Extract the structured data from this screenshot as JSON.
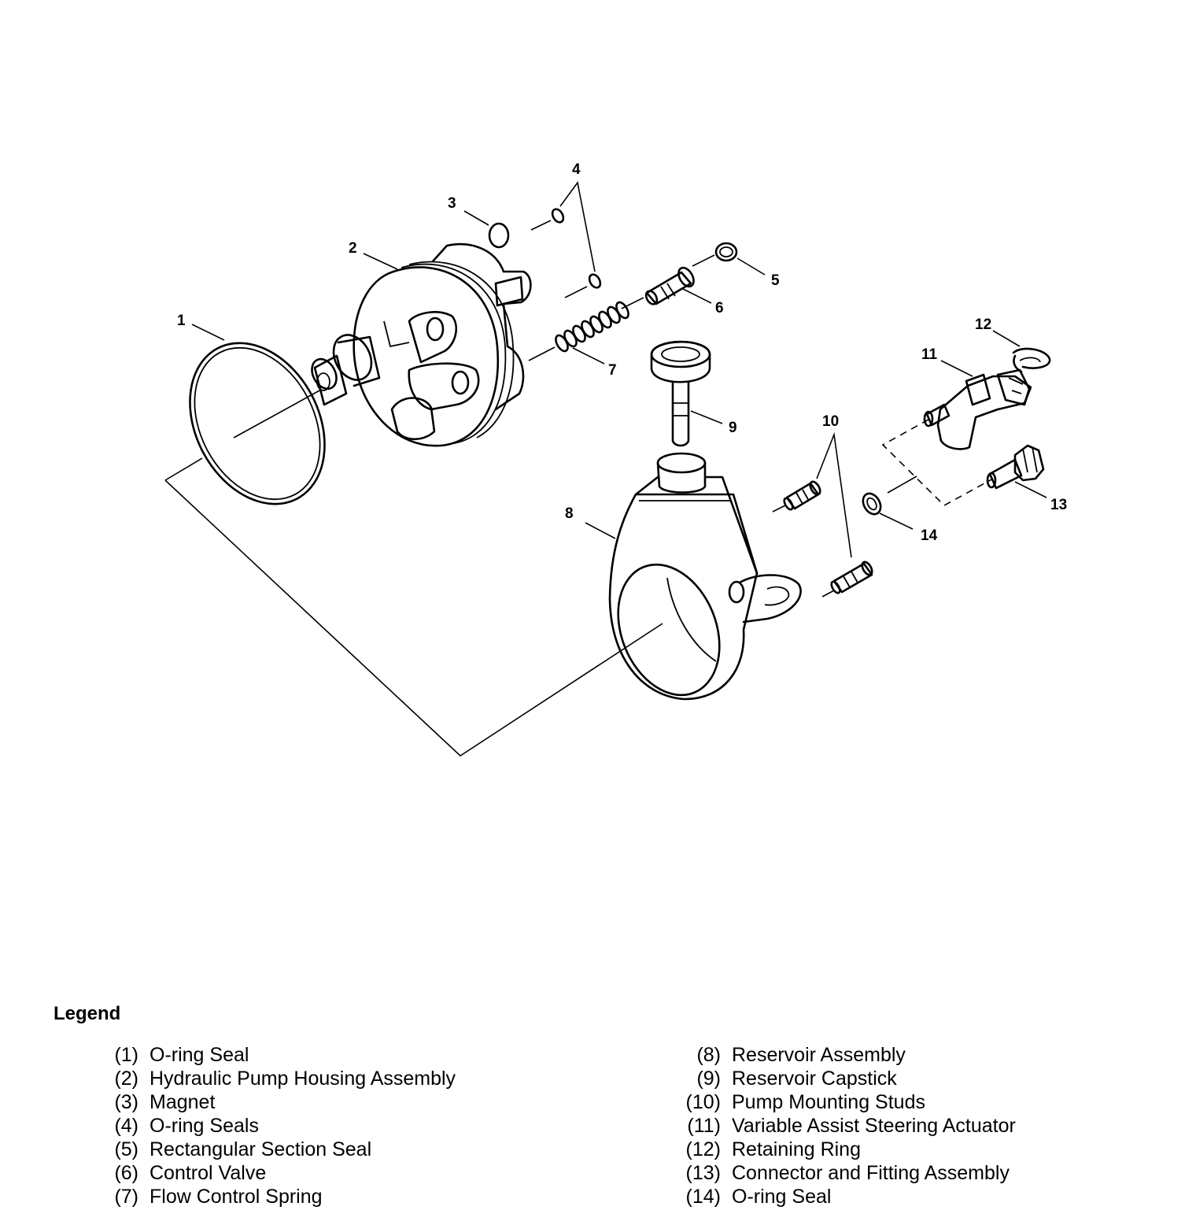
{
  "callouts": {
    "c1": "1",
    "c2": "2",
    "c3": "3",
    "c4": "4",
    "c5": "5",
    "c6": "6",
    "c7": "7",
    "c8": "8",
    "c9": "9",
    "c10": "10",
    "c11": "11",
    "c12": "12",
    "c13": "13",
    "c14": "14"
  },
  "legend": {
    "title": "Legend",
    "left": [
      {
        "num": "(1)",
        "label": "O-ring Seal"
      },
      {
        "num": "(2)",
        "label": "Hydraulic Pump Housing Assembly"
      },
      {
        "num": "(3)",
        "label": "Magnet"
      },
      {
        "num": "(4)",
        "label": "O-ring Seals"
      },
      {
        "num": "(5)",
        "label": "Rectangular Section Seal"
      },
      {
        "num": "(6)",
        "label": "Control Valve"
      },
      {
        "num": "(7)",
        "label": "Flow Control Spring"
      }
    ],
    "right": [
      {
        "num": "(8)",
        "label": "Reservoir Assembly"
      },
      {
        "num": "(9)",
        "label": "Reservoir Capstick"
      },
      {
        "num": "(10)",
        "label": "Pump Mounting Studs"
      },
      {
        "num": "(11)",
        "label": "Variable Assist Steering Actuator"
      },
      {
        "num": "(12)",
        "label": "Retaining Ring"
      },
      {
        "num": "(13)",
        "label": "Connector and Fitting Assembly"
      },
      {
        "num": "(14)",
        "label": "O-ring Seal"
      }
    ]
  }
}
